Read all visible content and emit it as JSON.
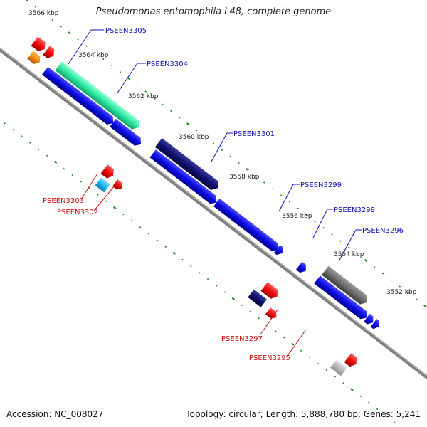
{
  "title": "Pseudomonas entomophila L48, complete genome",
  "footer": {
    "accession": "Accession: NC_008027",
    "topology": "Topology: circular; Length: 5,888,780 bp; Genes: 5,241"
  },
  "ticks": [
    "3566 kbp",
    "3564 kbp",
    "3562 kbp",
    "3560 kbp",
    "3558 kbp",
    "3556 kbp",
    "3554 kbp",
    "3552 kbp"
  ],
  "gene_labels_top": [
    "PSEEN3305",
    "PSEEN3304",
    "PSEEN3301",
    "PSEEN3299",
    "PSEEN3298",
    "PSEEN3296"
  ],
  "gene_labels_bottom": [
    "PSEEN3303",
    "PSEEN3302",
    "PSEEN3297",
    "PSEEN3295"
  ],
  "colors": {
    "blue_gene": "#0a0ae6",
    "navy_gene": "#10106e",
    "red_gene": "#ee0a0a",
    "teal_gene": "#30e8a0",
    "cyan_gene": "#18b8f0",
    "gray_gene": "#6e6e6e",
    "lightgray_gene": "#b8b8b8",
    "orange_gene": "#f08c10",
    "backbone": "#808080",
    "tick_dots": "#1e8c1e",
    "label_blue": "#1111bb",
    "label_red": "#cc1111"
  }
}
